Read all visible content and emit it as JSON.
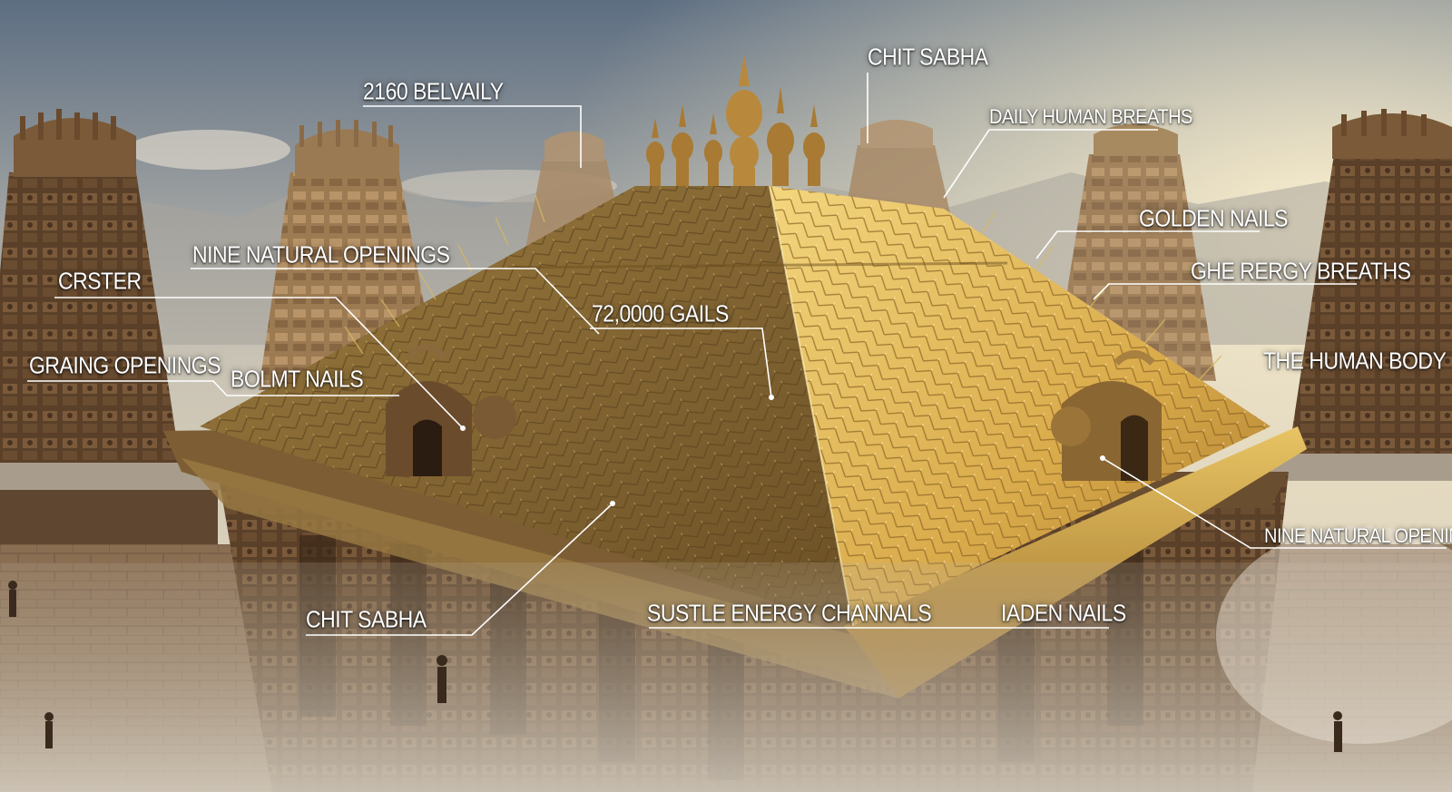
{
  "labels": {
    "top_belvaily": "2160 BELVAILY",
    "chit_sabha_top": "CHIT SABHA",
    "daily_human_breaths": "DAILY HUMAN BREATHS",
    "golden_nails_right": "GOLDEN  NAILS",
    "ghe_rergy_breaths": "GHE RERGY BREATHS",
    "the_human_body": "THE HUMAN BODY",
    "nine_natural_openings_left": "NINE NATURAL OPENINGS",
    "crster": "CRSTER",
    "graing_openings": "GRAING OPENINGS",
    "bolmt_nails": "BOLMT NAILS",
    "gails_72000": "72,0000 GAILS",
    "nine_natural_openings_right": "NINE NATURAL OPENINGS",
    "chit_sabha_bottom": "CHIT SABHA",
    "sustle_energy_channals": "SUSTLE ENERGY CHANNALS",
    "iaden_nails": "IADEN  NAILS"
  },
  "colors": {
    "sky_top": "#5f7083",
    "sky_horizon": "#efe2c4",
    "gold_light": "#f1d070",
    "gold_mid": "#c89a3c",
    "gold_dark": "#7a5722",
    "stone": "#8a6a48",
    "stone_dark": "#3e2c1e",
    "leader_line": "#ffffff"
  }
}
